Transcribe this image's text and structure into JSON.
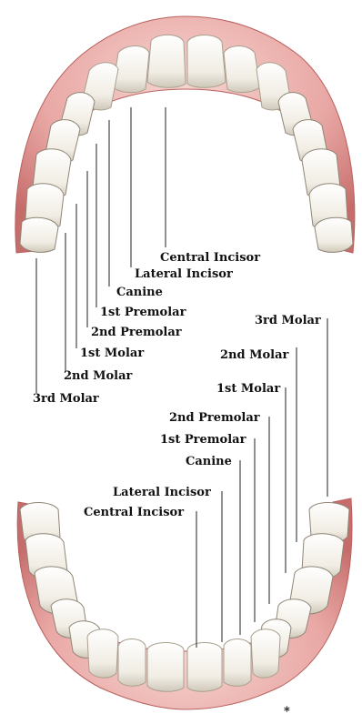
{
  "upper_arch": {
    "labels": {
      "central_incisor": "Central Incisor",
      "lateral_incisor": "Lateral Incisor",
      "canine": "Canine",
      "first_premolar": "1st Premolar",
      "second_premolar": "2nd Premolar",
      "first_molar": "1st Molar",
      "second_molar": "2nd Molar",
      "third_molar": "3rd Molar"
    }
  },
  "lower_arch": {
    "labels": {
      "third_molar": "3rd Molar",
      "second_molar": "2nd Molar",
      "first_molar": "1st Molar",
      "second_premolar": "2nd Premolar",
      "first_premolar": "1st Premolar",
      "canine": "Canine",
      "lateral_incisor": "Lateral Incisor",
      "central_incisor": "Central Incisor"
    }
  },
  "footnote_mark": "*",
  "colors": {
    "gum_outer": "#e9a8a5",
    "gum_dark": "#c66d6b",
    "gum_light": "#f6d4d0",
    "tooth": "#f4f1ea",
    "tooth_shadow": "#bdb7aa",
    "leader_line": "#222222",
    "label_text": "#111111"
  }
}
